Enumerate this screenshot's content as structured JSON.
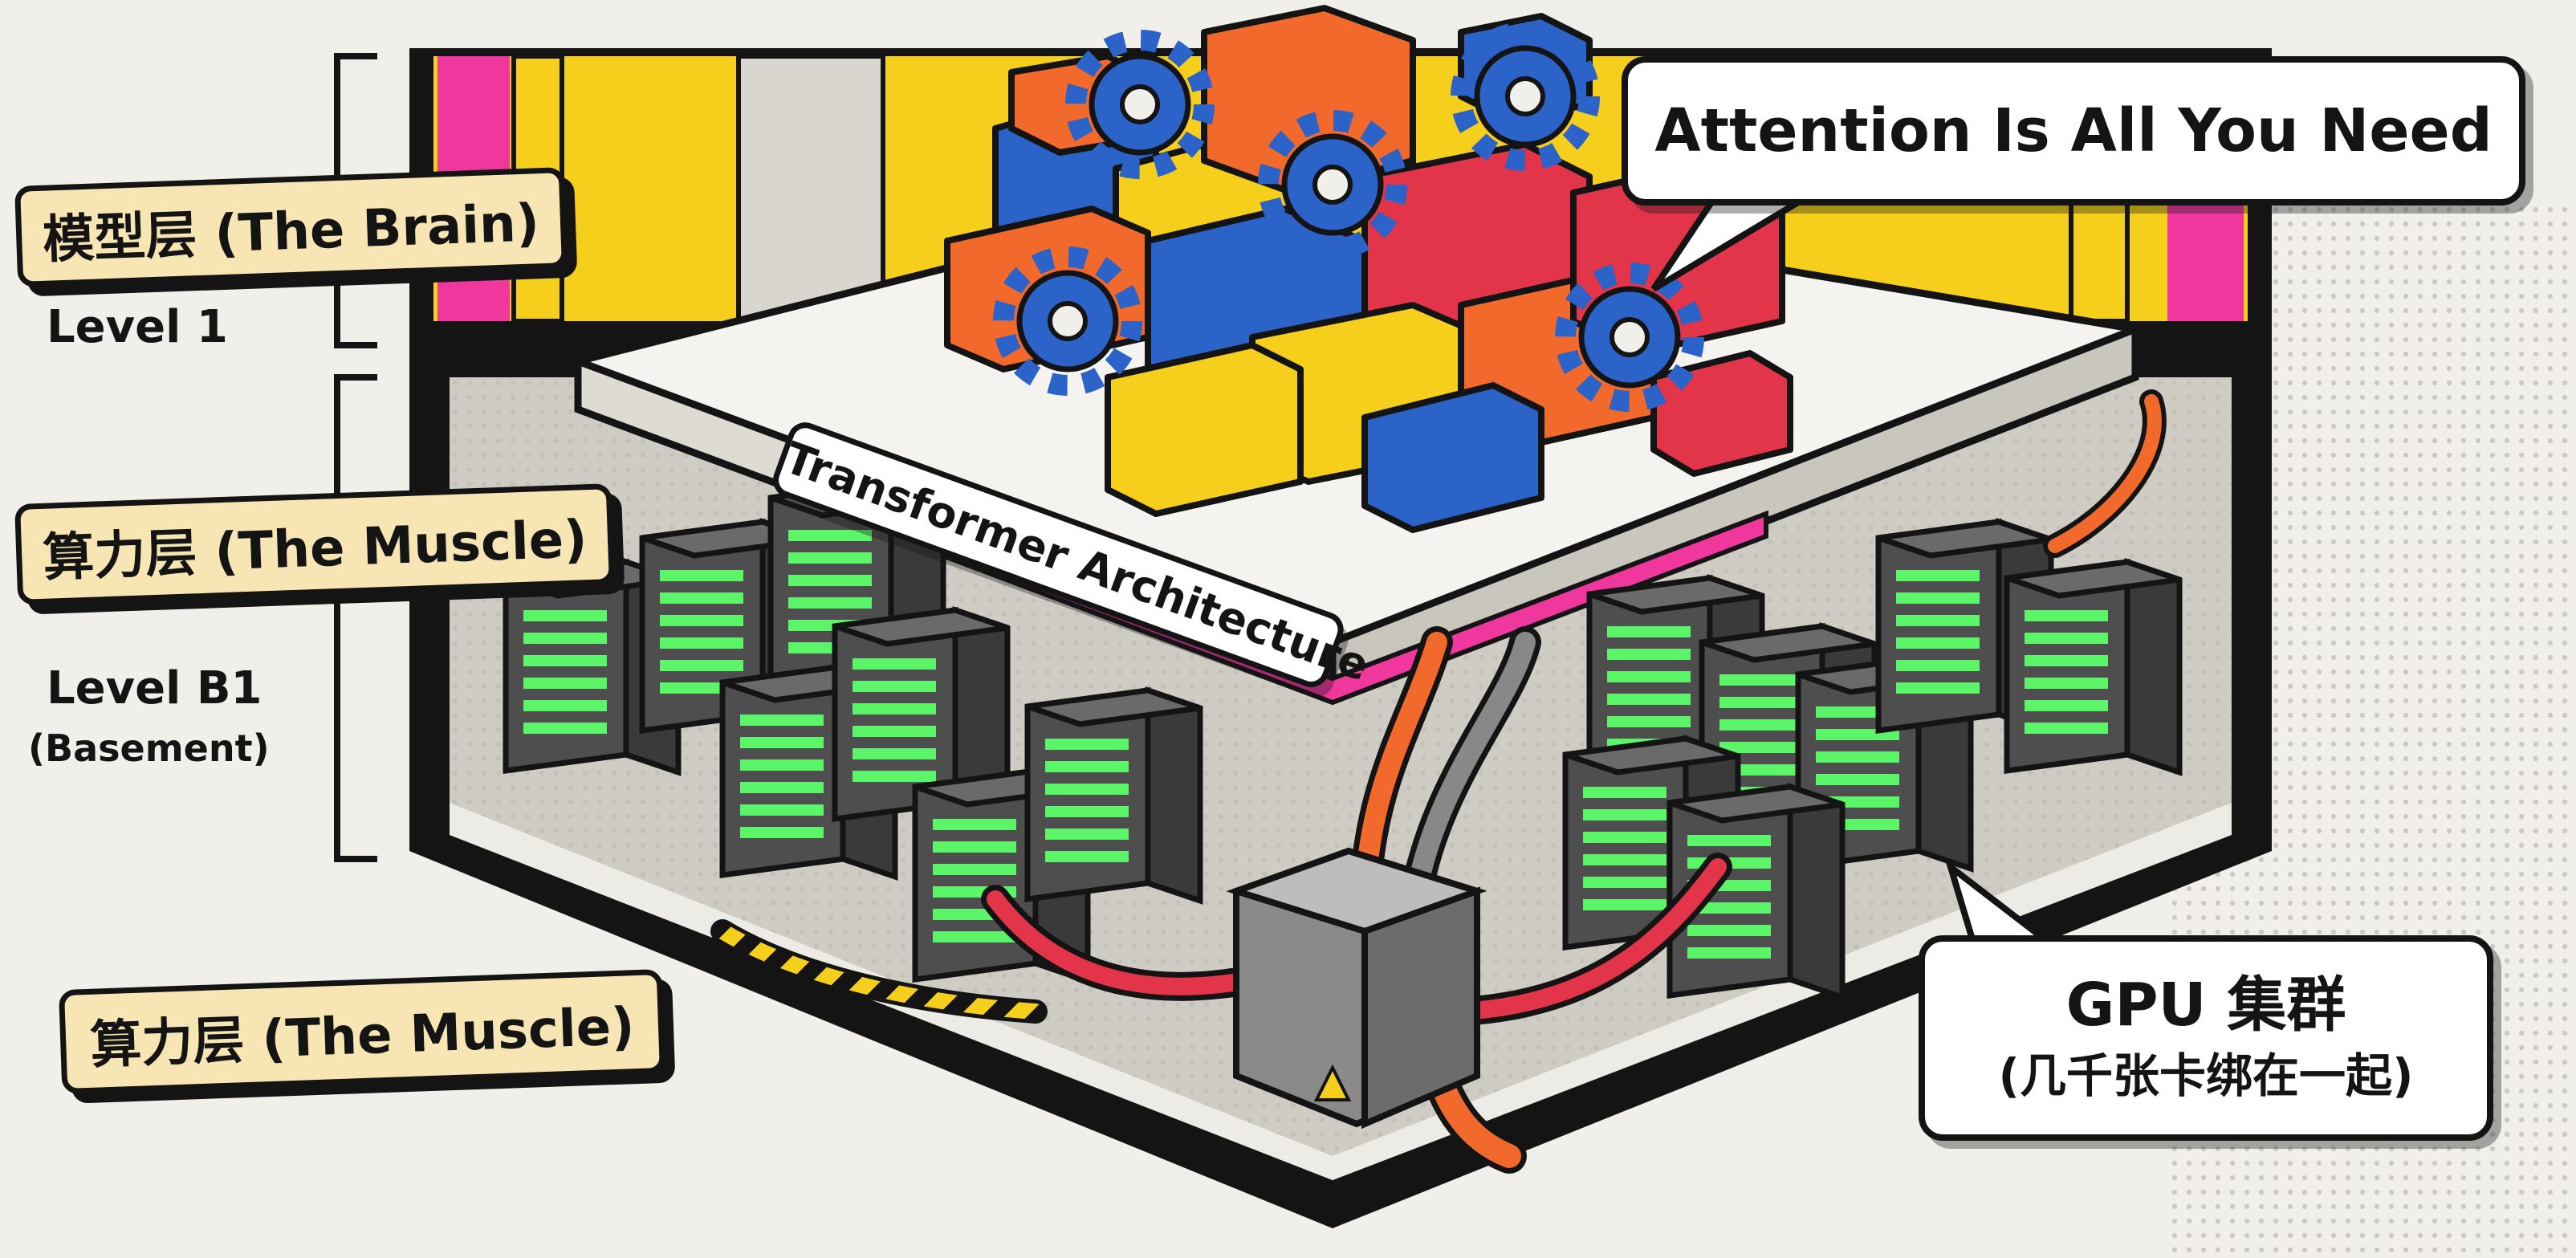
{
  "labels": {
    "brain_tag": "模型层 (The Brain)",
    "brain_level": "Level 1",
    "muscle_tag": "算力层 (The Muscle)",
    "muscle_level": "Level B1",
    "muscle_sub": "(Basement)",
    "muscle_tag_bottom": "算力层 (The Muscle)"
  },
  "callouts": {
    "attention": "Attention Is All You Need",
    "transformer": "Transformer Architecture",
    "gpu_title": "GPU 集群",
    "gpu_sub": "(几千张卡绑在一起)"
  },
  "colors": {
    "background": "#f1efe9",
    "yellow": "#f6cf1d",
    "magenta": "#f0379e",
    "blue": "#2b63c8",
    "orange": "#f26a2b",
    "red": "#e2354a",
    "server": "#5a5a5a",
    "led_green": "#5cf56a",
    "outline": "#141414"
  },
  "icons": [
    "gear-icon",
    "warning-icon",
    "server-rack-icon",
    "power-unit-icon"
  ]
}
